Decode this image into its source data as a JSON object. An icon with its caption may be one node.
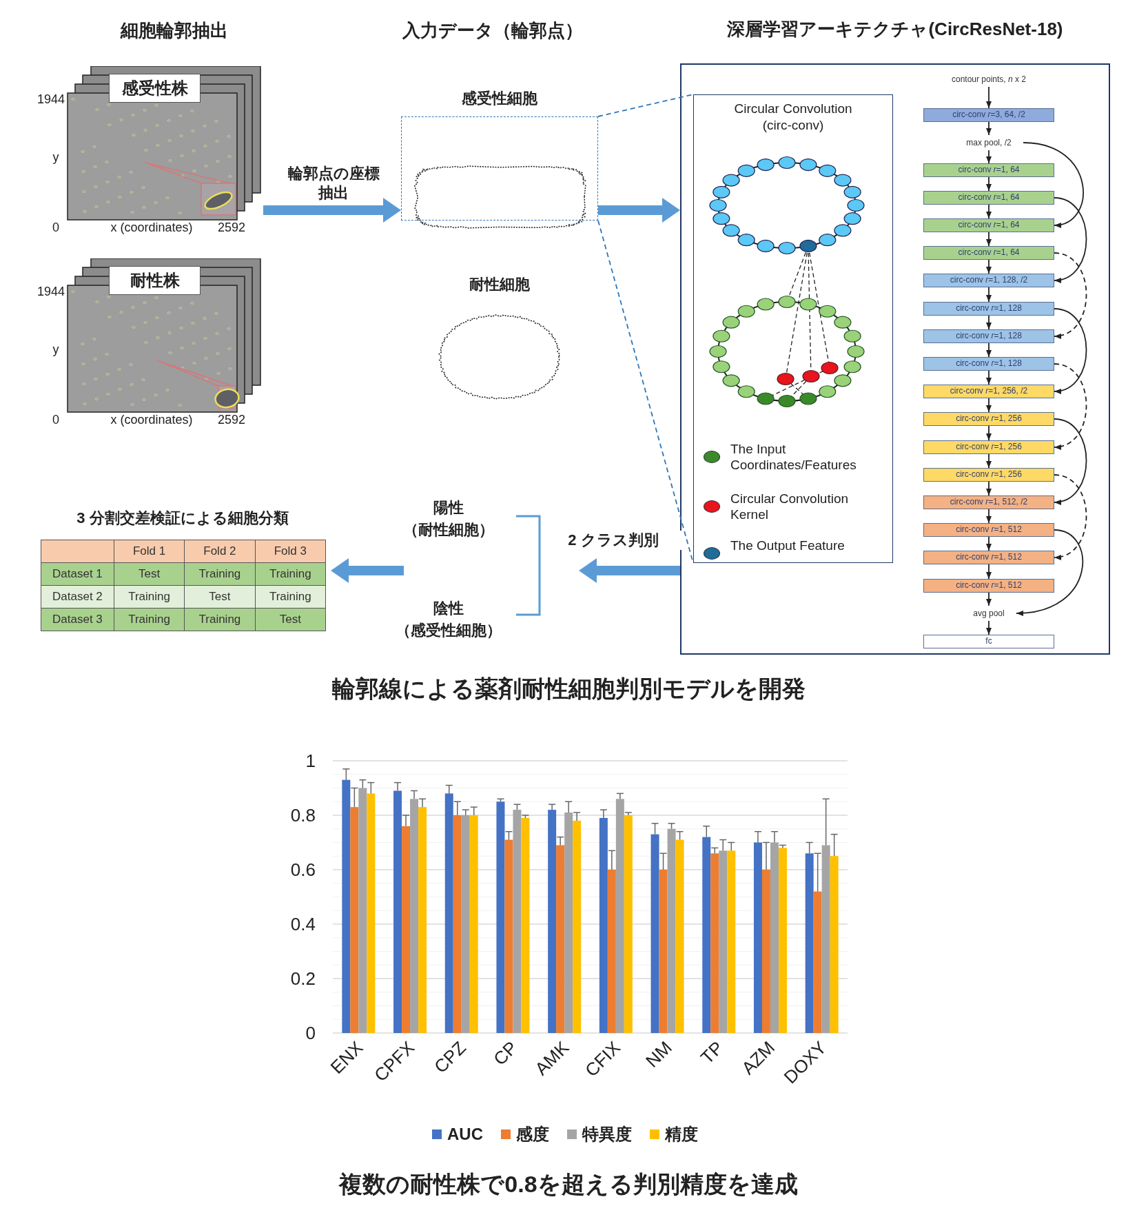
{
  "diagram": {
    "caption": "複数の耐性株で0.8を超える判別精度を達成",
    "nodes": [
      {
        "text": [
          "感受性株"
        ],
        "beside": [
          "1944",
          "y",
          "0",
          "x (coordinates)",
          "2592"
        ]
      },
      {
        "text": [
          "耐性株"
        ],
        "beside": [
          "1944",
          "y",
          "0",
          "x (coordinates)",
          "2592"
        ]
      },
      {
        "text": [
          "感受性細胞"
        ]
      },
      {
        "text": [
          "耐性細胞"
        ]
      },
      {
        "text": [
          "深層学習アーキテクチャ(CircResNet-18)"
        ]
      },
      {
        "text": [
          "Circular Convolution (circ-conv)"
        ],
        "in": 4
      },
      {
        "text": [
          "contour points, *n* x 2"
        ],
        "in": 4
      },
      {
        "text": [
          "circ-conv *r*=3, 64, /2"
        ],
        "in": 4
      },
      {
        "text": [
          "max pool, /2"
        ],
        "in": 4
      },
      {
        "text": [
          "circ-conv *r*=1, 64"
        ],
        "in": 4
      },
      {
        "text": [
          "circ-conv *r*=1, 64"
        ],
        "in": 4
      },
      {
        "text": [
          "circ-conv *r*=1, 64"
        ],
        "in": 4
      },
      {
        "text": [
          "circ-conv *r*=1, 64"
        ],
        "in": 4
      },
      {
        "text": [
          "circ-conv *r*=1, 128, /2"
        ],
        "in": 4
      },
      {
        "text": [
          "circ-conv *r*=1, 128"
        ],
        "in": 4
      },
      {
        "text": [
          "circ-conv *r*=1, 128"
        ],
        "in": 4
      },
      {
        "text": [
          "circ-conv *r*=1, 128"
        ],
        "in": 4
      },
      {
        "text": [
          "circ-conv *r*=1, 256, /2"
        ],
        "in": 4
      },
      {
        "text": [
          "circ-conv *r*=1, 256"
        ],
        "in": 4
      },
      {
        "text": [
          "circ-conv *r*=1, 256"
        ],
        "in": 4
      },
      {
        "text": [
          "circ-conv *r*=1, 256"
        ],
        "in": 4
      },
      {
        "text": [
          "circ-conv *r*=1, 512, /2"
        ],
        "in": 4
      },
      {
        "text": [
          "circ-conv *r*=1, 512"
        ],
        "in": 4
      },
      {
        "text": [
          "circ-conv *r*=1, 512"
        ],
        "in": 4
      },
      {
        "text": [
          "circ-conv *r*=1, 512"
        ],
        "in": 4
      },
      {
        "text": [
          "avg pool"
        ],
        "in": 4
      },
      {
        "text": [
          "fc"
        ],
        "in": 4
      },
      {
        "text": [
          "陽性",
          "（耐性細胞）"
        ]
      },
      {
        "text": [
          "陰性",
          "（感受性細胞）"
        ]
      },
      {
        "text": [
          "3 分割交差検証による細胞分類"
        ]
      }
    ],
    "edges": [
      {
        "from": 0,
        "to": 2,
        "arrow": "to",
        "label": "輪郭点の座標抽出",
        "style": "thick",
        "color": "#5b9bd5"
      },
      {
        "from": 2,
        "to": 5,
        "arrow": "none",
        "style": "dashed",
        "color": "#2e75b6"
      },
      {
        "from": 2,
        "to": 5,
        "arrow": "none",
        "style": "dashed",
        "color": "#2e75b6"
      },
      {
        "from": 2,
        "to": 4,
        "arrow": "to",
        "style": "thick",
        "color": "#5b9bd5"
      },
      {
        "from": 6,
        "to": 7,
        "arrow": "to"
      },
      {
        "from": 7,
        "to": 8,
        "arrow": "to"
      },
      {
        "from": 8,
        "to": 9,
        "arrow": "to"
      },
      {
        "from": 9,
        "to": 10,
        "arrow": "to"
      },
      {
        "from": 10,
        "to": 11,
        "arrow": "to"
      },
      {
        "from": 11,
        "to": 12,
        "arrow": "to"
      },
      {
        "from": 12,
        "to": 13,
        "arrow": "to"
      },
      {
        "from": 13,
        "to": 14,
        "arrow": "to"
      },
      {
        "from": 14,
        "to": 15,
        "arrow": "to"
      },
      {
        "from": 15,
        "to": 16,
        "arrow": "to"
      },
      {
        "from": 16,
        "to": 17,
        "arrow": "to"
      },
      {
        "from": 17,
        "to": 18,
        "arrow": "to"
      },
      {
        "from": 18,
        "to": 19,
        "arrow": "to"
      },
      {
        "from": 19,
        "to": 20,
        "arrow": "to"
      },
      {
        "from": 20,
        "to": 21,
        "arrow": "to"
      },
      {
        "from": 21,
        "to": 22,
        "arrow": "to"
      },
      {
        "from": 22,
        "to": 23,
        "arrow": "to"
      },
      {
        "from": 23,
        "to": 24,
        "arrow": "to"
      },
      {
        "from": 24,
        "to": 25,
        "arrow": "to"
      },
      {
        "from": 25,
        "to": 26,
        "arrow": "to"
      },
      {
        "from": 8,
        "to": 11,
        "arrow": "to"
      },
      {
        "from": 10,
        "to": 13,
        "arrow": "to"
      },
      {
        "from": 12,
        "to": 15,
        "arrow": "to",
        "style": "dashed"
      },
      {
        "from": 14,
        "to": 17,
        "arrow": "to"
      },
      {
        "from": 16,
        "to": 19,
        "arrow": "to",
        "style": "dashed"
      },
      {
        "from": 18,
        "to": 21,
        "arrow": "to"
      },
      {
        "from": 20,
        "to": 23,
        "arrow": "to",
        "style": "dashed"
      },
      {
        "from": 22,
        "to": 25,
        "arrow": "to"
      },
      {
        "from": 4,
        "to": null,
        "arrow": "to",
        "label": "2 クラス判別",
        "style": "thick",
        "color": "#5b9bd5"
      },
      {
        "from": null,
        "to": 29,
        "arrow": "to",
        "style": "thick",
        "color": "#5b9bd5"
      }
    ],
    "labels": [
      "細胞輪郭抽出",
      "入力データ（輪郭点）",
      "Fold 1",
      "Fold 2",
      "Fold 3",
      "Dataset 1",
      "Test",
      "Training",
      "Training",
      "Dataset 2",
      "Training",
      "Test",
      "Training",
      "Dataset 3",
      "Training",
      "Training",
      "Test",
      "輪郭線による薬剤耐性細胞判別モデルを開発"
    ],
    "legend": [
      {
        "text": "The Input Coordinates/Features",
        "color": "#3a8a2a"
      },
      {
        "text": "Circular Convolution Kernel",
        "color": "#e8141e"
      },
      {
        "text": "The Output Feature",
        "color": "#1f6b99"
      }
    ],
    "chart_data": {
      "type": "bar",
      "categories": [
        "ENX",
        "CPFX",
        "CPZ",
        "CP",
        "AMK",
        "CFIX",
        "NM",
        "TP",
        "AZM",
        "DOXY"
      ],
      "series": [
        {
          "name": "AUC",
          "color": "#4472c4",
          "values": [
            0.93,
            0.89,
            0.88,
            0.85,
            0.82,
            0.79,
            0.73,
            0.72,
            0.7,
            0.66
          ],
          "errors": [
            0.04,
            0.03,
            0.03,
            0.01,
            0.02,
            0.03,
            0.04,
            0.04,
            0.04,
            0.04
          ]
        },
        {
          "name": "感度",
          "color": "#ed7d31",
          "values": [
            0.83,
            0.76,
            0.8,
            0.71,
            0.69,
            0.6,
            0.6,
            0.66,
            0.6,
            0.52
          ],
          "errors": [
            0.07,
            0.04,
            0.05,
            0.03,
            0.03,
            0.07,
            0.06,
            0.02,
            0.1,
            0.14
          ]
        },
        {
          "name": "特異度",
          "color": "#a5a5a5",
          "values": [
            0.9,
            0.86,
            0.8,
            0.82,
            0.81,
            0.86,
            0.75,
            0.67,
            0.7,
            0.69
          ],
          "errors": [
            0.03,
            0.03,
            0.02,
            0.02,
            0.04,
            0.02,
            0.02,
            0.04,
            0.04,
            0.17
          ]
        },
        {
          "name": "精度",
          "color": "#ffc000",
          "values": [
            0.88,
            0.83,
            0.8,
            0.79,
            0.78,
            0.8,
            0.71,
            0.67,
            0.68,
            0.65
          ],
          "errors": [
            0.04,
            0.03,
            0.03,
            0.01,
            0.03,
            0.01,
            0.03,
            0.03,
            0.01,
            0.08
          ]
        }
      ],
      "ylim": [
        0,
        1
      ],
      "yticks": [
        0,
        0.2,
        0.4,
        0.6,
        0.8,
        1
      ],
      "grid": true,
      "legend": "bottom"
    }
  }
}
